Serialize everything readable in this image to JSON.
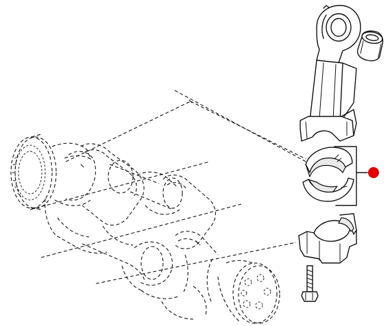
{
  "diagram": {
    "highlight_color": "#e00000",
    "line_color": "#111111",
    "background_color": "#ffffff",
    "parts": [
      "crankshaft",
      "connecting-rod",
      "small-end-bushing",
      "bearing-shells",
      "rod-cap",
      "rod-bolt"
    ],
    "icons": [
      "marker-dot-icon"
    ]
  }
}
